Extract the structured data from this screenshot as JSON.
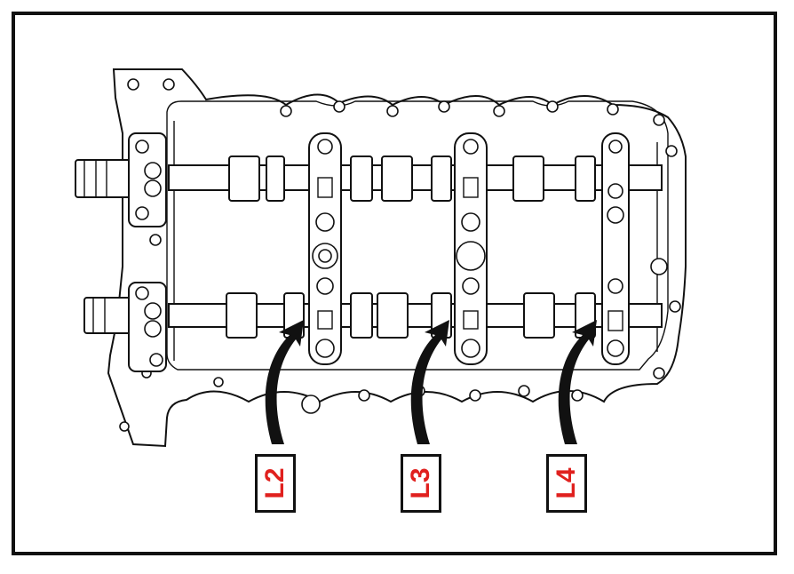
{
  "diagram": {
    "subject": "camshaft-bearing-caps",
    "labels": [
      "L2",
      "L3",
      "L4"
    ],
    "colors": {
      "label_text": "#e0201e",
      "line": "#111111",
      "background": "#ffffff"
    }
  }
}
